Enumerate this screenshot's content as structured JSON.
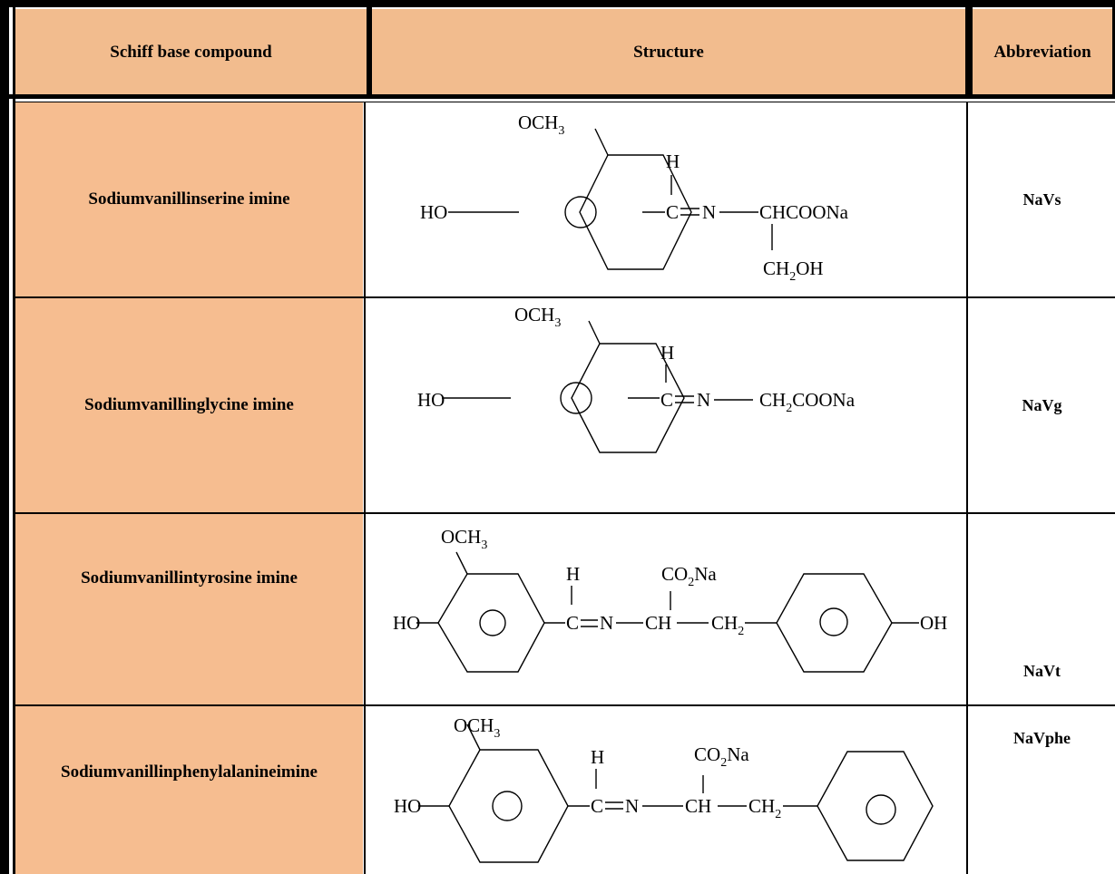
{
  "table": {
    "headers": {
      "compound": "Schiff base compound",
      "structure": "Structure",
      "abbreviation": "Abbreviation"
    },
    "rows": [
      {
        "name": "Sodiumvanillinserine imine",
        "abbreviation": "NaVs",
        "structure": {
          "methoxy": "OCH",
          "methoxy_sub": "3",
          "hydroxy": "HO",
          "h": "H",
          "c": "C",
          "n": "N",
          "substituent": "CHCOONa",
          "side_chain": "CH",
          "side_chain_sub": "2",
          "side_chain_end": "OH"
        }
      },
      {
        "name": "Sodiumvanillinglycine imine",
        "abbreviation": "NaVg",
        "structure": {
          "methoxy": "OCH",
          "methoxy_sub": "3",
          "hydroxy": "HO",
          "h": "H",
          "c": "C",
          "n": "N",
          "substituent": "CH",
          "substituent_sub": "2",
          "substituent_end": "COONa"
        }
      },
      {
        "name": "Sodiumvanillintyrosine imine",
        "abbreviation": "NaVt",
        "structure": {
          "methoxy": "OCH",
          "methoxy_sub": "3",
          "hydroxy": "HO",
          "h": "H",
          "c": "C",
          "n": "N",
          "ch": "CH",
          "ch2": "CH",
          "ch2_sub": "2",
          "carboxylate": "CO",
          "carboxylate_sub": "2",
          "carboxylate_end": "Na",
          "terminal": "OH"
        }
      },
      {
        "name": "Sodiumvanillinphenylalanineimine",
        "abbreviation": "NaVphe",
        "structure": {
          "methoxy": "OCH",
          "methoxy_sub": "3",
          "hydroxy": "HO",
          "h": "H",
          "c": "C",
          "n": "N",
          "ch": "CH",
          "ch2": "CH",
          "ch2_sub": "2",
          "carboxylate": "CO",
          "carboxylate_sub": "2",
          "carboxylate_end": "Na"
        }
      }
    ]
  }
}
